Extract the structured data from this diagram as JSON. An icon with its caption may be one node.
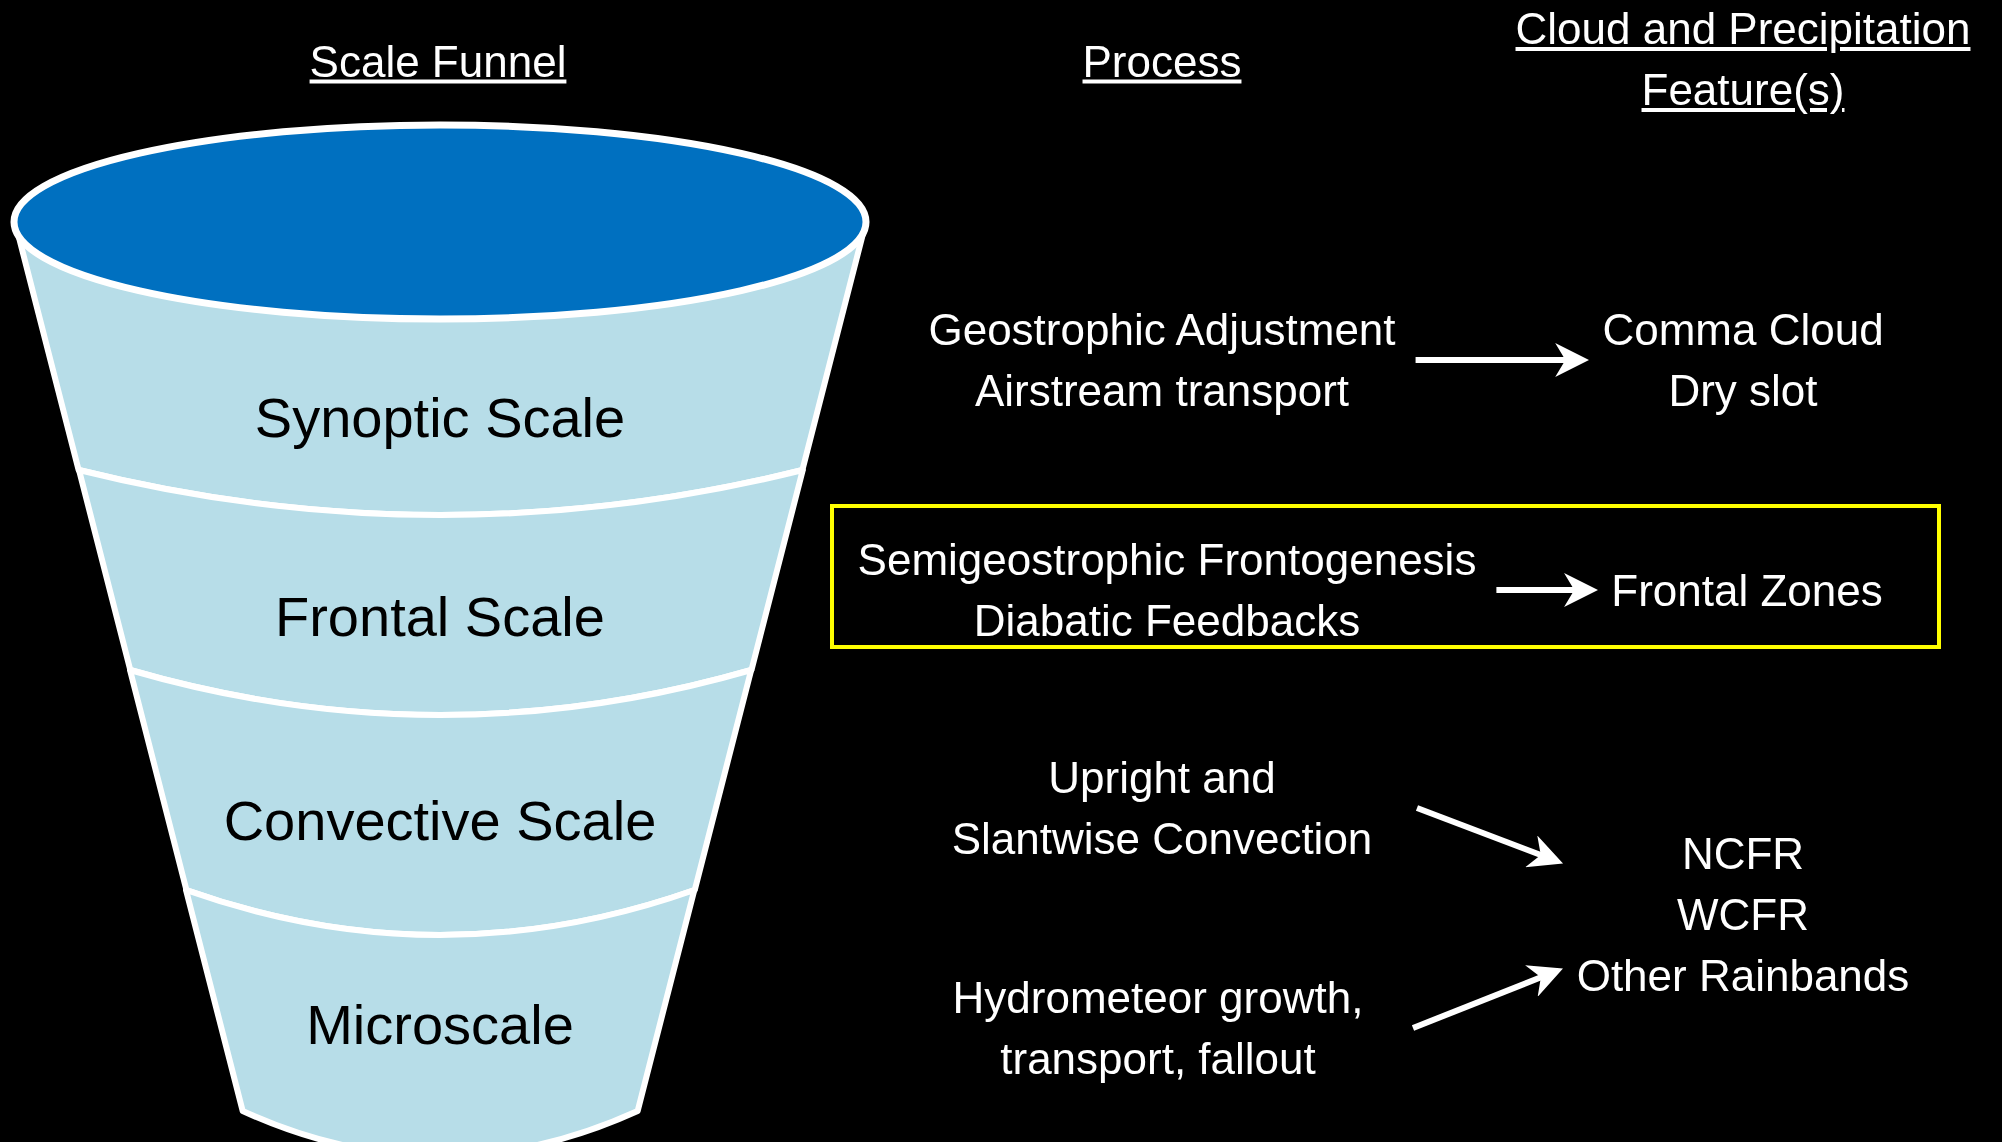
{
  "diagram": {
    "nodes": [
      {
        "text": [],
        "shape": "ellipse"
      },
      {
        "text": [
          "Synoptic Scale"
        ]
      },
      {
        "text": [
          "Frontal Scale"
        ]
      },
      {
        "text": [
          "Convective Scale"
        ]
      },
      {
        "text": [
          "Microscale"
        ]
      },
      {
        "text": [
          "Geostrophic Adjustment",
          "Airstream transport"
        ]
      },
      {
        "text": [
          "Comma Cloud",
          "Dry slot"
        ]
      },
      {
        "text": [],
        "shape": "box"
      },
      {
        "text": [
          "Semigeostrophic Frontogenesis",
          "Diabatic Feedbacks"
        ],
        "in": 7
      },
      {
        "text": [
          "Frontal Zones"
        ],
        "in": 7
      },
      {
        "text": [
          "Upright and Slantwise Convection"
        ]
      },
      {
        "text": [
          "Hydrometeor growth, transport, fallout"
        ]
      },
      {
        "text": [
          "NCFR",
          "WCFR",
          "Other Rainbands"
        ]
      }
    ],
    "edges": [
      {
        "from": 5,
        "to": 6,
        "arrow": "to"
      },
      {
        "from": 8,
        "to": 9,
        "arrow": "to"
      },
      {
        "from": 10,
        "to": 12,
        "arrow": "to"
      },
      {
        "from": 11,
        "to": 12,
        "arrow": "to"
      }
    ],
    "labels": [
      "Scale Funnel",
      "Process",
      "Cloud and Precipitation Feature(s)"
    ]
  }
}
